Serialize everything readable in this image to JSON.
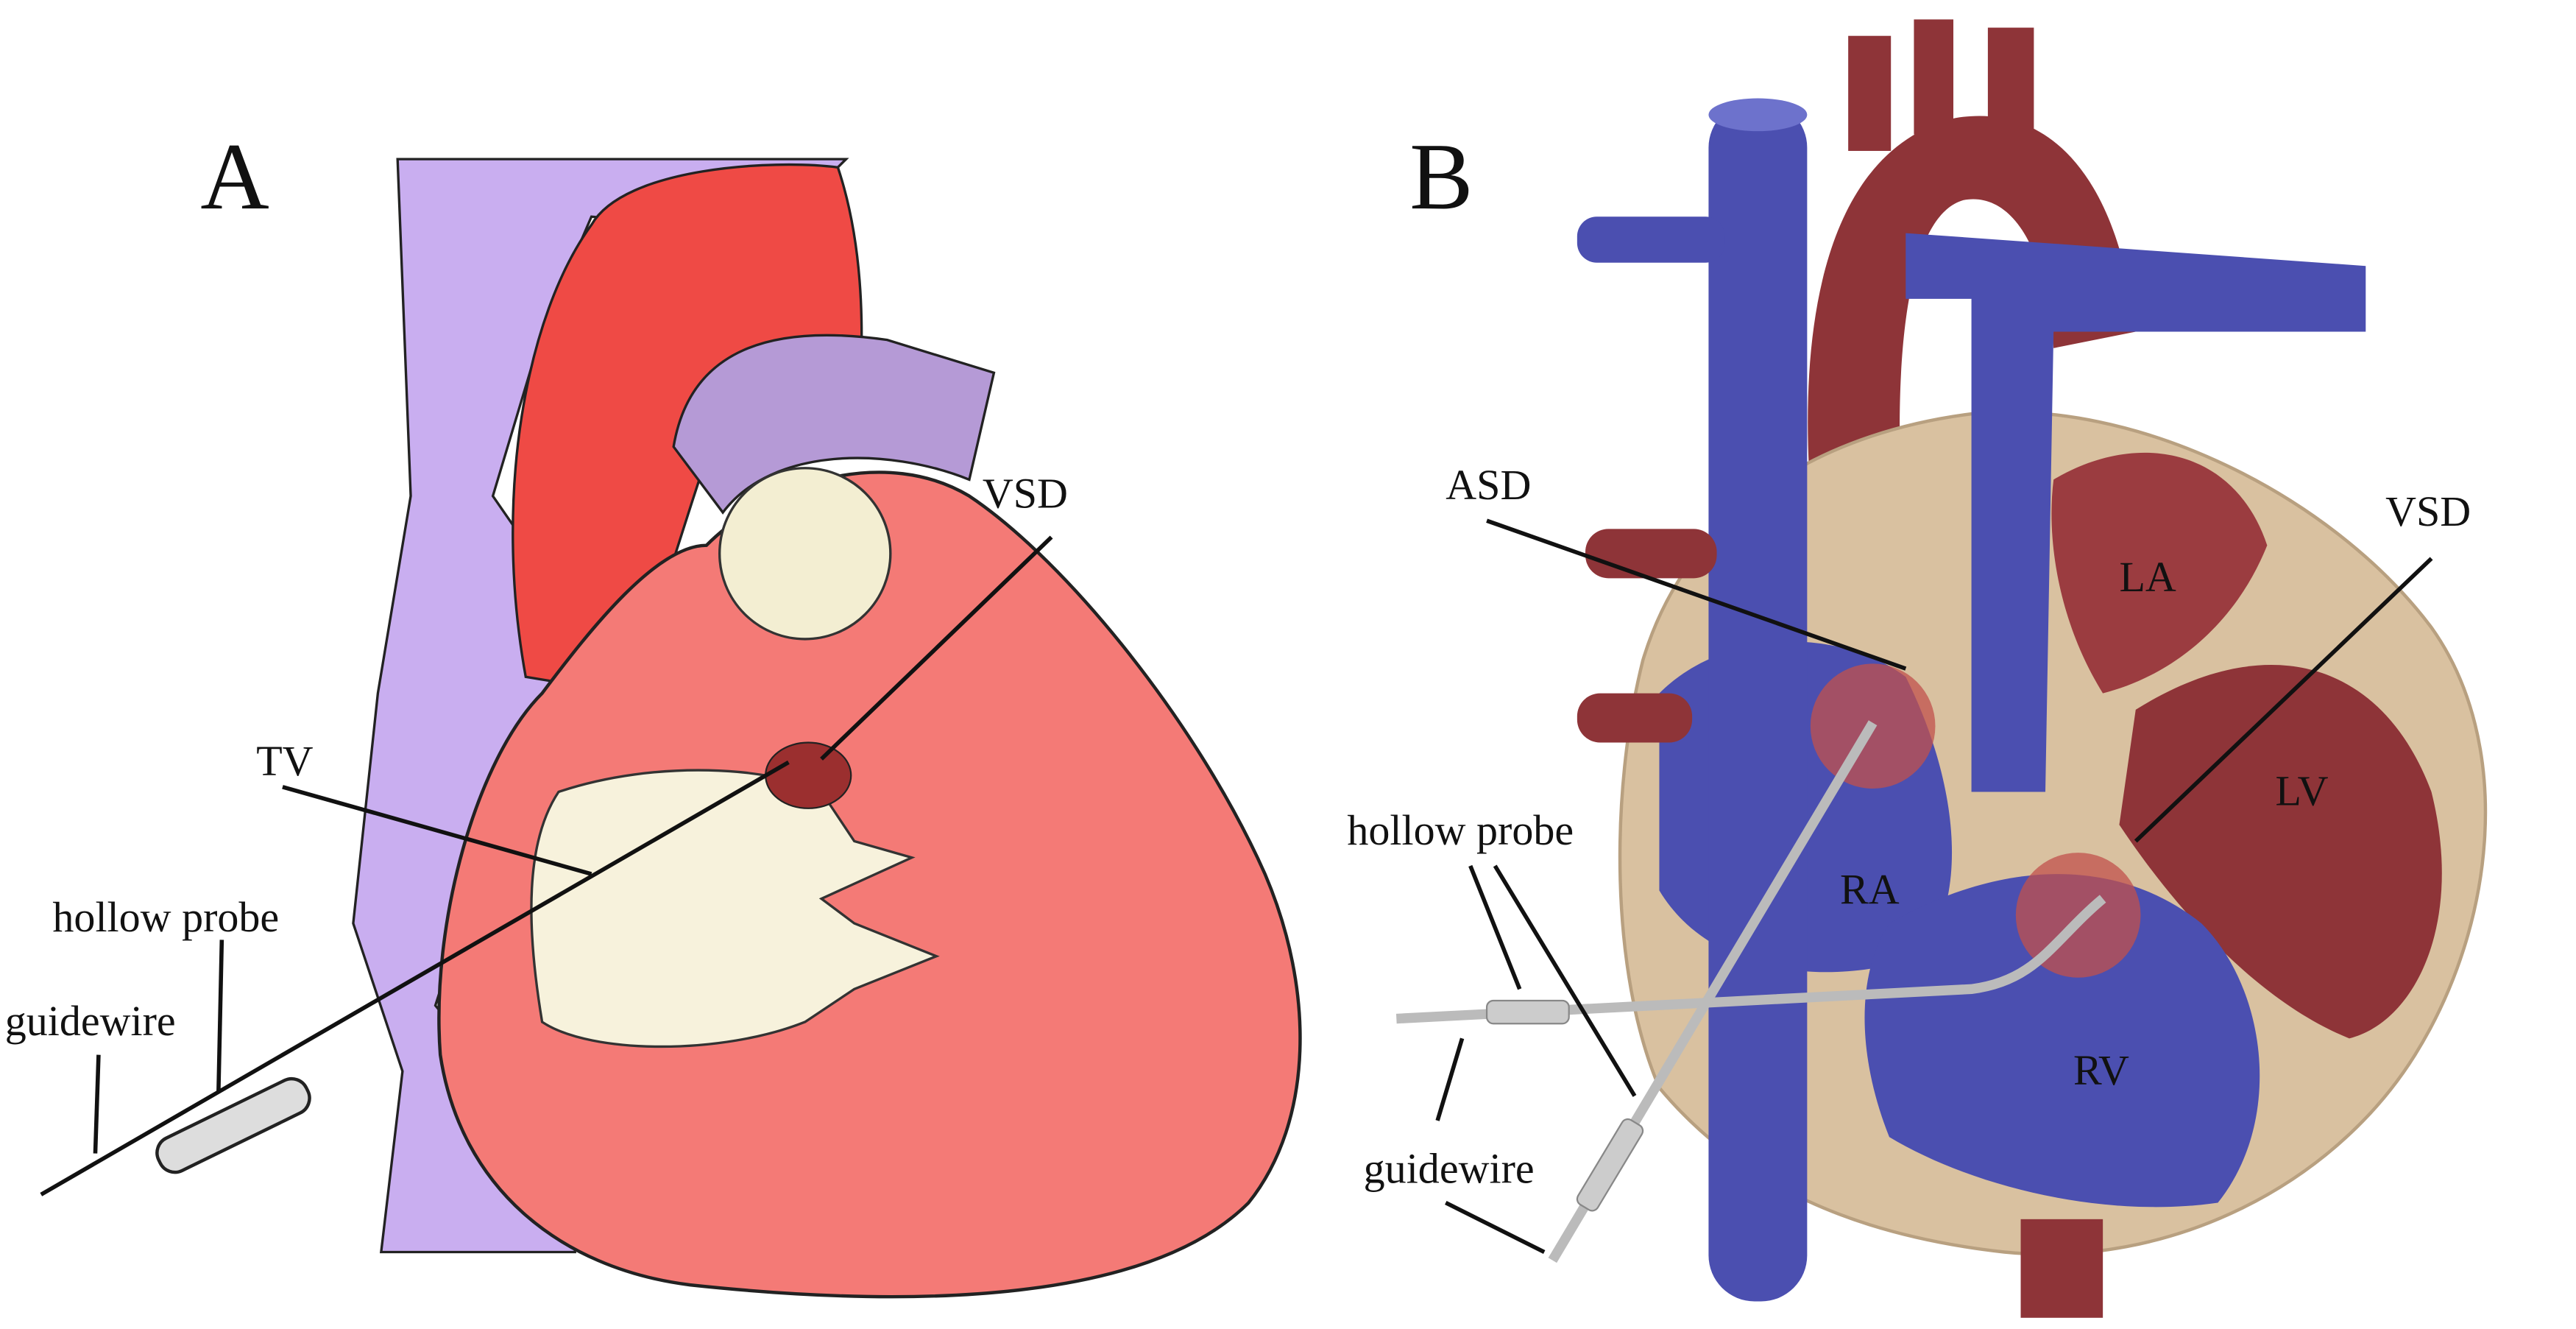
{
  "panel_a": {
    "letter": "A",
    "labels": {
      "vsd": "VSD",
      "tv": "TV",
      "hollow_probe": "hollow probe",
      "guidewire": "guidewire"
    }
  },
  "panel_b": {
    "letter": "B",
    "labels": {
      "asd": "ASD",
      "vsd": "VSD",
      "la": "LA",
      "lv": "LV",
      "ra": "RA",
      "rv": "RV",
      "hollow_probe": "hollow probe",
      "guidewire": "guidewire"
    }
  },
  "colors": {
    "vein_purple": "#c9aef0",
    "heart_red": "#f47a76",
    "aorta_red": "#ef4a45",
    "valve_cream": "#f7f2dc",
    "vein_blue": "#4b4fb0",
    "artery_maroon": "#8e3438",
    "wall_beige": "#d9c1a0"
  }
}
